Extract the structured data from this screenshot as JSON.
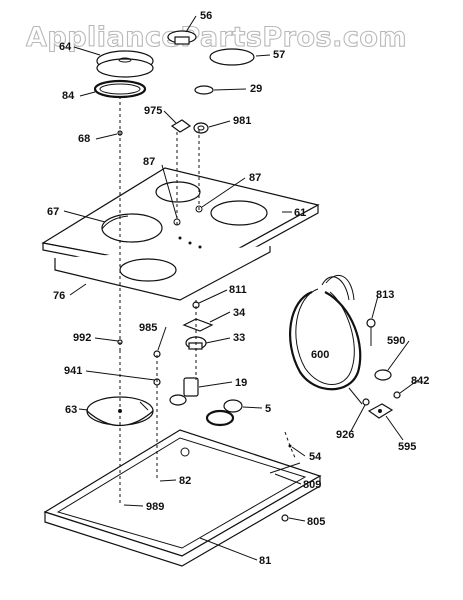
{
  "watermark": "AppliancePartsPros.com",
  "callouts": {
    "c56": "56",
    "c64": "64",
    "c57": "57",
    "c84": "84",
    "c29": "29",
    "c975": "975",
    "c981": "981",
    "c68": "68",
    "c87a": "87",
    "c87b": "87",
    "c67": "67",
    "c61": "61",
    "c76": "76",
    "c811": "811",
    "c34": "34",
    "c813": "813",
    "c985": "985",
    "c33": "33",
    "c992": "992",
    "c600": "600",
    "c590": "590",
    "c941": "941",
    "c842": "842",
    "c19": "19",
    "c63": "63",
    "c5": "5",
    "c926": "926",
    "c595": "595",
    "c54": "54",
    "c82": "82",
    "c809": "809",
    "c989": "989",
    "c805": "805",
    "c81": "81"
  }
}
